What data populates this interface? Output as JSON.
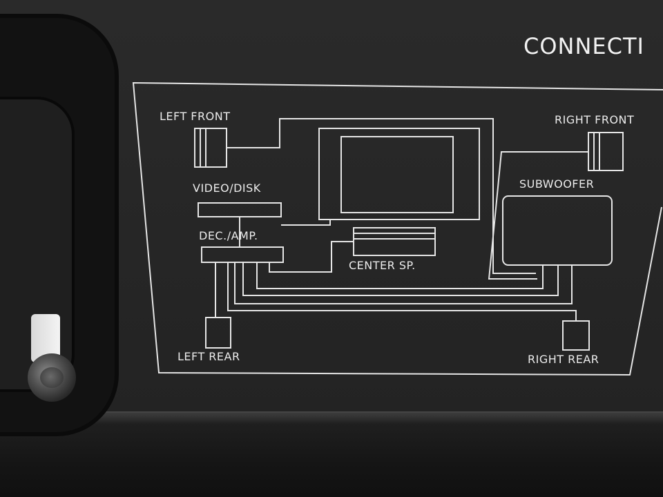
{
  "title": "CONNECTI",
  "labels": {
    "left_front": "LEFT FRONT",
    "right_front": "RIGHT FRONT",
    "video_disk": "VIDEO/DISK",
    "dec_amp": "DEC./AMP.",
    "center_sp": "CENTER SP.",
    "subwoofer": "SUBWOOFER",
    "left_rear": "LEFT REAR",
    "right_rear": "RIGHT REAR"
  }
}
